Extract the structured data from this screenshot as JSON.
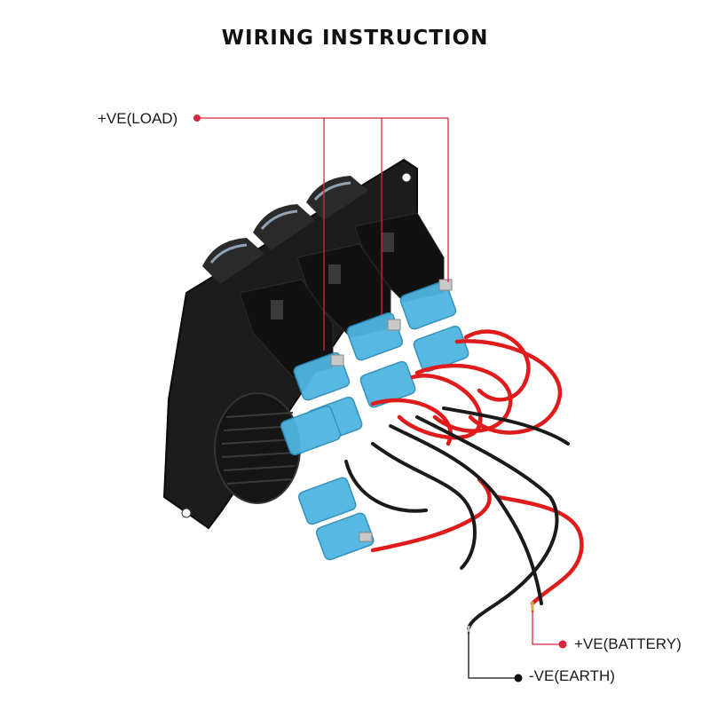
{
  "diagram": {
    "title": "WIRING INSTRUCTION",
    "labels": {
      "load": "+VE(LOAD)",
      "battery": "+VE(BATTERY)",
      "earth": "-VE(EARTH)"
    },
    "colors": {
      "callout_red": "#d7263d",
      "callout_black": "#111111",
      "wire_red": "#e01b1b",
      "wire_black": "#1a1a1a",
      "connector_blue": "#4fb6e0",
      "panel": "#1c1c1c"
    }
  }
}
